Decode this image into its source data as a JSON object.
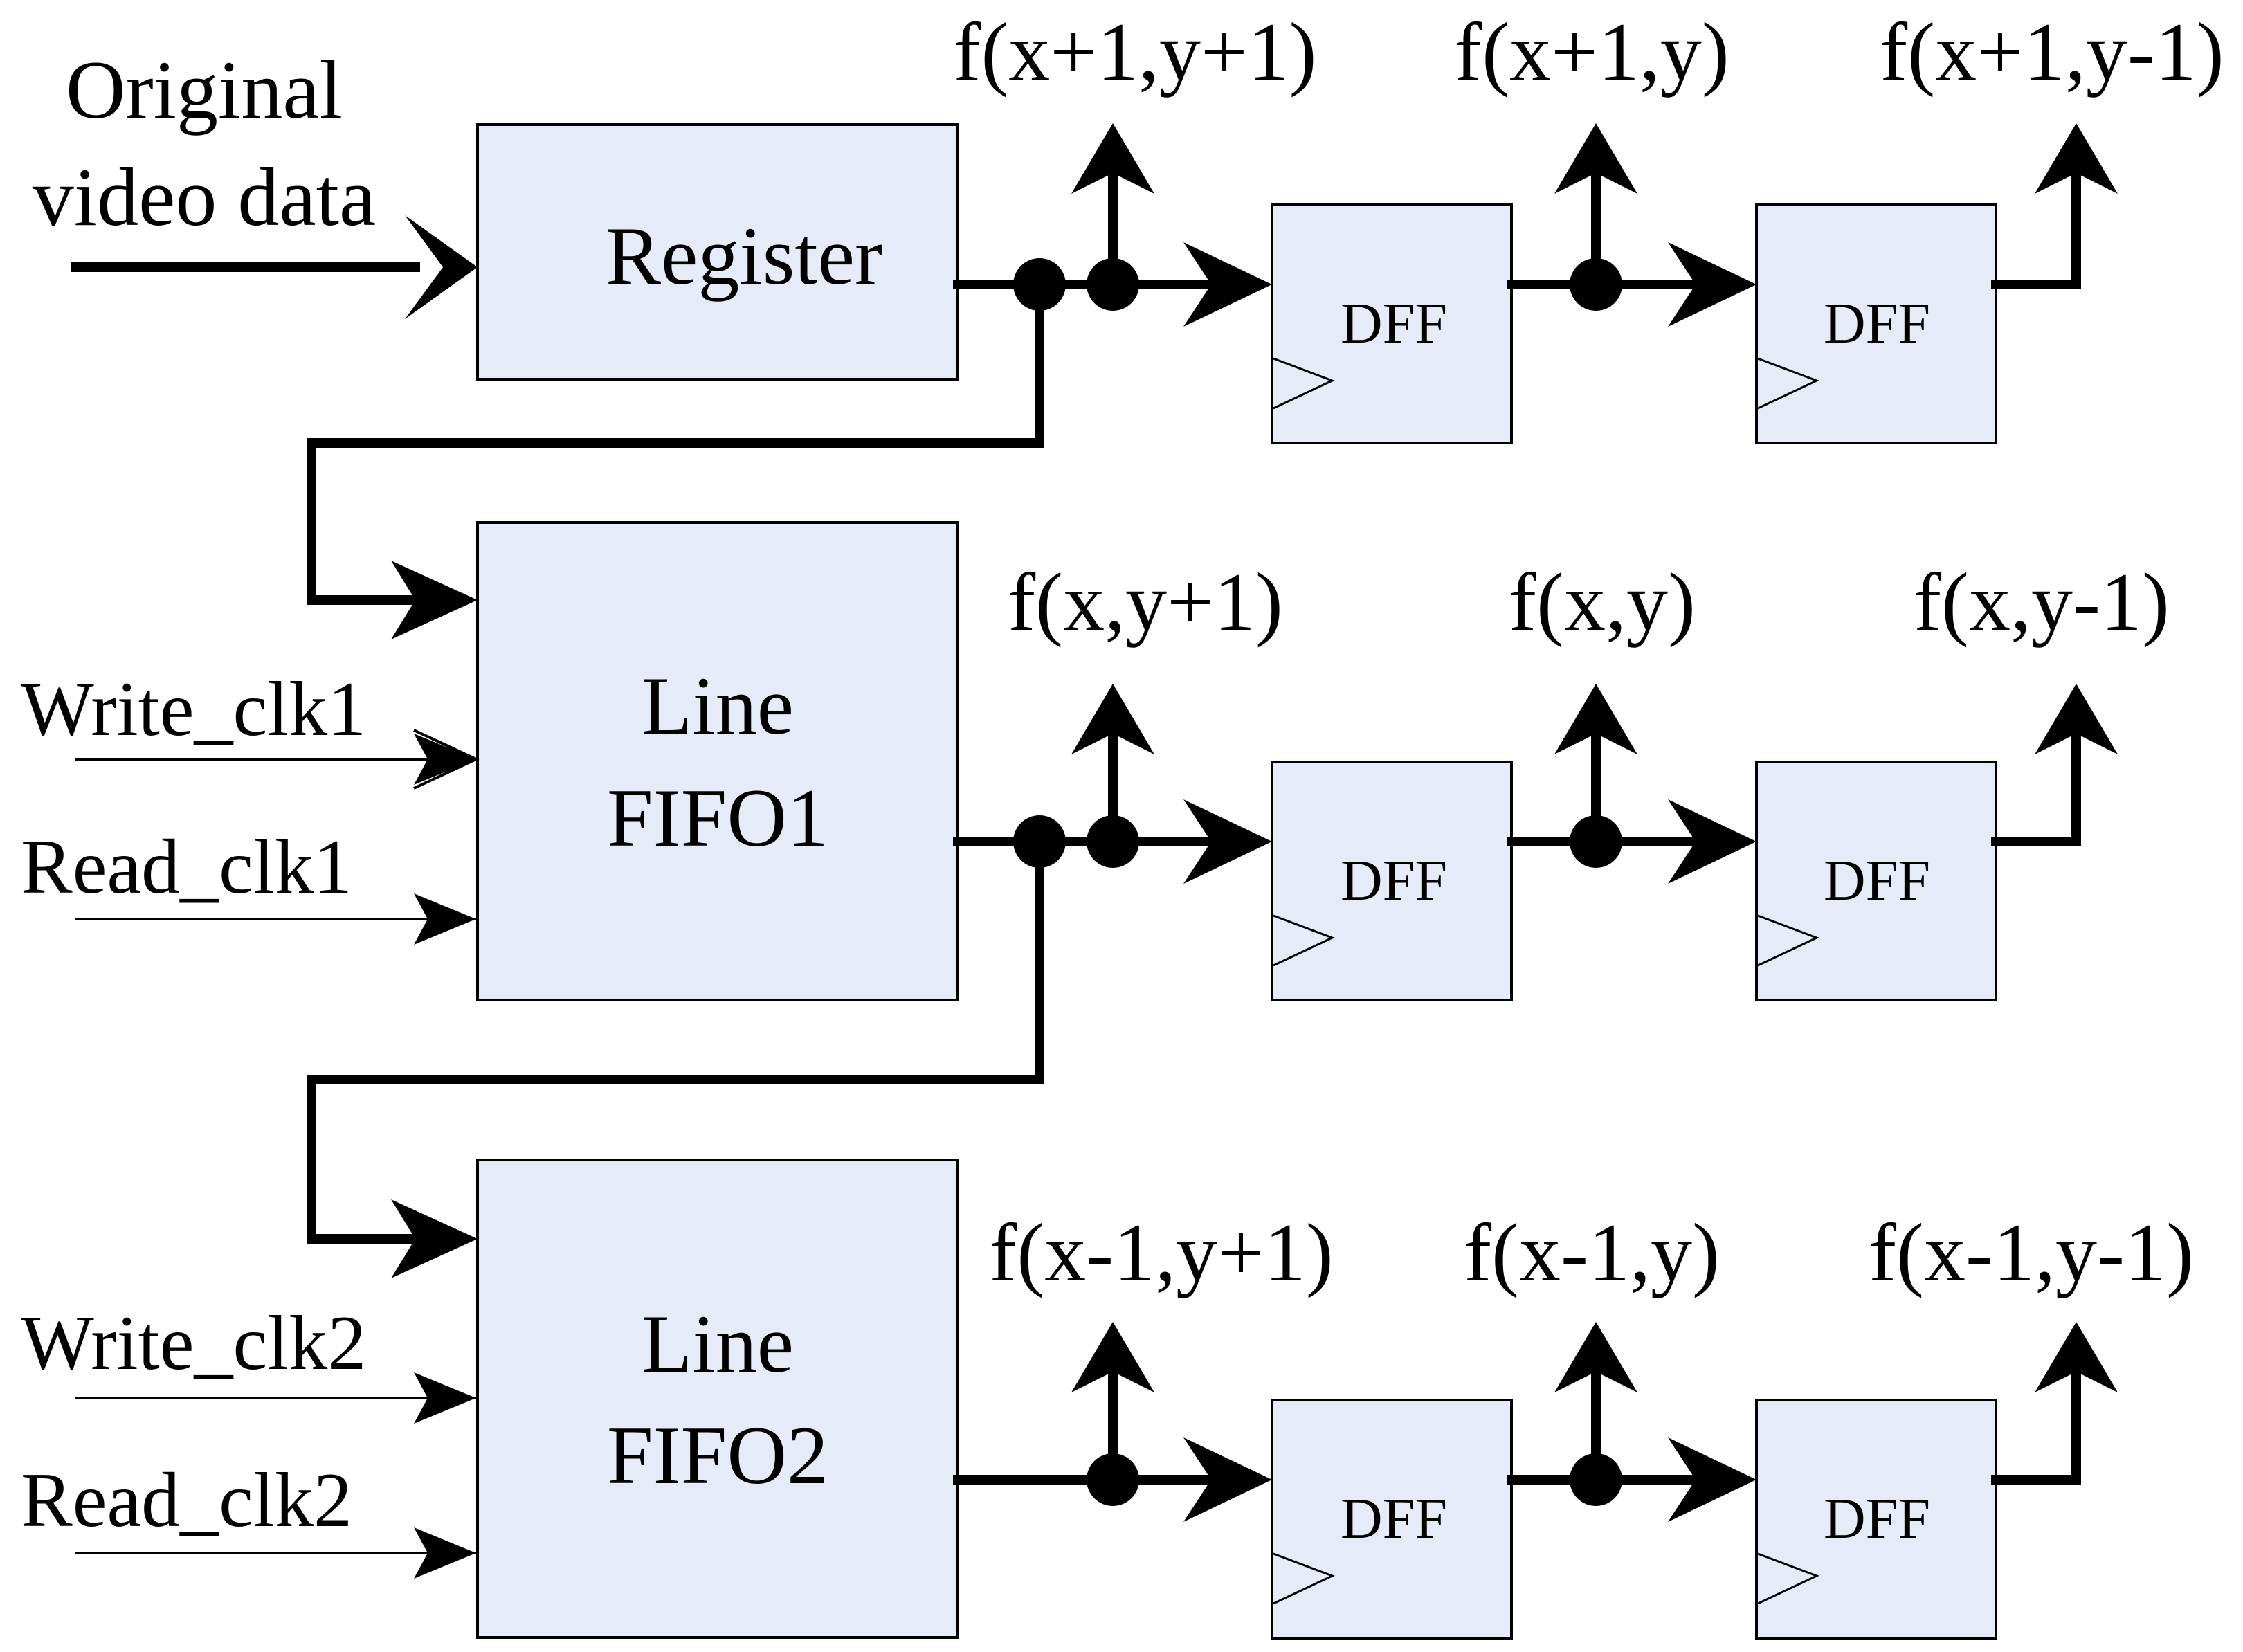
{
  "input_label": [
    "Original",
    "video data"
  ],
  "blocks": {
    "register": "Register",
    "fifo1": [
      "Line",
      "FIFO1"
    ],
    "fifo2": [
      "Line",
      "FIFO2"
    ],
    "dff": "DFF"
  },
  "clock_inputs": [
    "Write_clk1",
    "Read_clk1",
    "Write_clk2",
    "Read_clk2"
  ],
  "outputs": {
    "row1": [
      "f(x+1,y+1)",
      "f(x+1,y)",
      "f(x+1,y-1)"
    ],
    "row2": [
      "f(x,y+1)",
      "f(x,y)",
      "f(x,y-1)"
    ],
    "row3": [
      "f(x-1,y+1)",
      "f(x-1,y)",
      "f(x-1,y-1)"
    ]
  },
  "colors": {
    "block_fill": "#e5ecf7",
    "stroke": "#000000"
  }
}
